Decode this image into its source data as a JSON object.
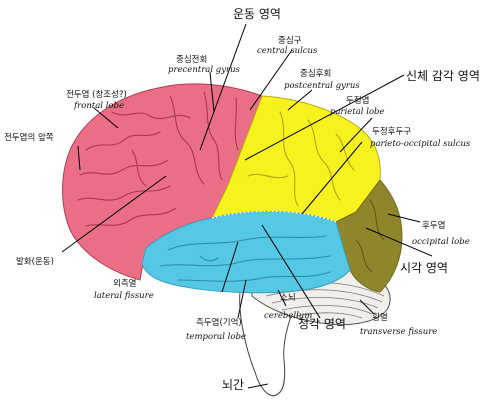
{
  "colors": {
    "frontal": "#ea6f86",
    "parietal": "#f7f21e",
    "temporal": "#54c8e4",
    "occipital": "#8f862c",
    "cerebellum": "#f2eeea",
    "brainstem": "#ffffff",
    "outline": "#b13e57"
  },
  "labels": {
    "motor_area": "운동 영역",
    "somatosensory_area": "신체 감각 영역",
    "visual_area": "시각 영역",
    "auditory_area": "청각 영역",
    "brainstem": "뇌간",
    "frontal_association": "전두엽의 앞쪽",
    "speech": "발화(운동)",
    "central_sulcus_ko": "중심구",
    "central_sulcus_en": "central sulcus",
    "precentral_ko": "중심전회",
    "precentral_en": "precentral gyrus",
    "postcentral_ko": "중심후회",
    "postcentral_en": "postcentral gyrus",
    "frontal_ko": "전두엽 (창조성?)",
    "frontal_en": "frontal lobe",
    "parietal_ko": "두정엽",
    "parietal_en": "parietal lobe",
    "parieto_occipital_ko": "두정후두구",
    "parieto_occipital_en": "parieto-occipital sulcus",
    "occipital_ko": "후두엽",
    "occipital_en": "occipital lobe",
    "lateral_ko": "외측열",
    "lateral_en": "lateral fissure",
    "cerebellum_ko": "소뇌",
    "cerebellum_en": "cerebellum",
    "temporal_ko": "측두엽(기억)",
    "temporal_en": "temporal lobe",
    "transverse_ko": "횡열",
    "transverse_en": "transverse fissure"
  }
}
